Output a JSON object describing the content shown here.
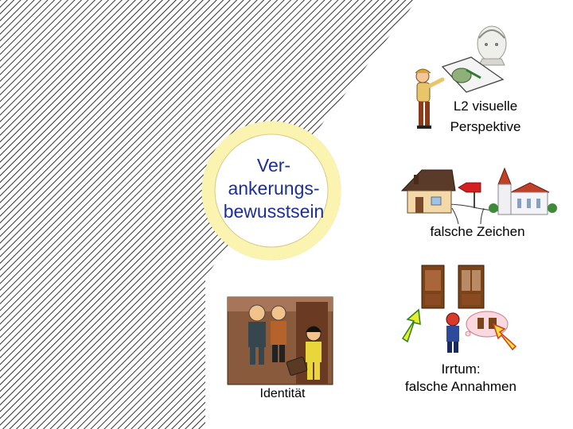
{
  "center": {
    "text": "Ver-\nankerungs-\nbewusstsein",
    "text_color": "#1a2f9a",
    "ring_color": "#fbf3b0",
    "ring_stroke": "#d8c985"
  },
  "items": {
    "perspective": {
      "label": "L2  visuelle\nPerspektive",
      "icon": "person-viewing-map-and-statue"
    },
    "signs": {
      "label": "falsche Zeichen",
      "icon": "house-arrow-church"
    },
    "identity": {
      "label": "Identität",
      "icon": "group-of-figures-photo"
    },
    "error": {
      "label": "Irrtum:\nfalsche Annahmen",
      "icon": "figure-cabinets-thought-bubble"
    }
  },
  "colors": {
    "hatch": "#000000",
    "background": "#ffffff"
  }
}
